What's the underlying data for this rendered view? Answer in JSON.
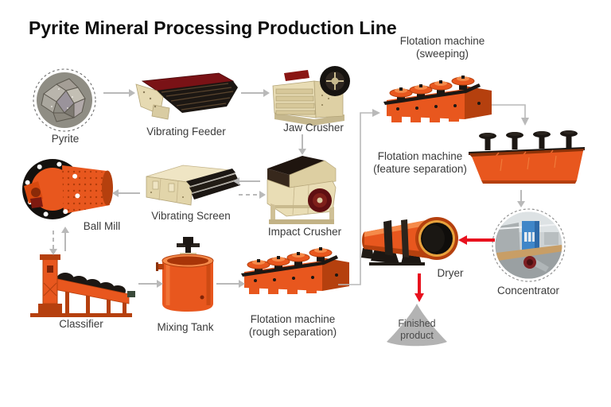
{
  "title": "Pyrite Mineral Processing Production Line",
  "palette": {
    "machine_orange": "#e8571e",
    "machine_orange_dark": "#b5400e",
    "machine_orange_light": "#f58a4a",
    "machine_cream": "#e8dcb4",
    "machine_cream_dark": "#d7c89a",
    "machine_dark": "#1c1713",
    "dark_red": "#7a1216",
    "arrow_gray": "#b9b9b9",
    "arrow_red": "#e8111e",
    "label_color": "#3a3a3a",
    "title_color": "#0d0d0d",
    "pile_gray": "#b3b3b3"
  },
  "nodes": {
    "pyrite": {
      "label": "Pyrite"
    },
    "vibrating_feeder": {
      "label": "Vibrating Feeder"
    },
    "jaw_crusher": {
      "label": "Jaw Crusher"
    },
    "flotation_sweeping": {
      "label_line1": "Flotation machine",
      "label_line2": "(sweeping)"
    },
    "vibrating_screen": {
      "label": "Vibrating Screen"
    },
    "impact_crusher": {
      "label": "Impact Crusher"
    },
    "ball_mill": {
      "label": "Ball Mill"
    },
    "flotation_feature": {
      "label_line1": "Flotation machine",
      "label_line2": "(feature separation)"
    },
    "classifier": {
      "label": "Classifier"
    },
    "mixing_tank": {
      "label": "Mixing Tank"
    },
    "flotation_rough": {
      "label_line1": "Flotation machine",
      "label_line2": "(rough separation)"
    },
    "dryer": {
      "label": "Dryer"
    },
    "concentrator": {
      "label": "Concentrator"
    },
    "finished_product": {
      "label_line1": "Finished",
      "label_line2": "product"
    }
  },
  "flow": [
    {
      "from": "pyrite",
      "to": "vibrating_feeder",
      "style": "gray-solid"
    },
    {
      "from": "vibrating_feeder",
      "to": "jaw_crusher",
      "style": "gray-solid"
    },
    {
      "from": "jaw_crusher",
      "to": "impact_crusher",
      "style": "gray-solid"
    },
    {
      "from": "impact_crusher",
      "to": "vibrating_screen",
      "style": "gray-solid"
    },
    {
      "from": "vibrating_screen",
      "to": "impact_crusher",
      "style": "gray-dashed"
    },
    {
      "from": "vibrating_screen",
      "to": "ball_mill",
      "style": "gray-solid"
    },
    {
      "from": "ball_mill",
      "to": "classifier",
      "style": "gray-dashed"
    },
    {
      "from": "classifier",
      "to": "ball_mill",
      "style": "gray-solid"
    },
    {
      "from": "classifier",
      "to": "mixing_tank",
      "style": "gray-solid"
    },
    {
      "from": "mixing_tank",
      "to": "flotation_rough",
      "style": "gray-solid"
    },
    {
      "from": "flotation_rough",
      "to": "flotation_sweeping",
      "style": "gray-elbow"
    },
    {
      "from": "flotation_sweeping",
      "to": "flotation_feature",
      "style": "gray-elbow"
    },
    {
      "from": "flotation_feature",
      "to": "concentrator",
      "style": "gray-solid"
    },
    {
      "from": "concentrator",
      "to": "dryer",
      "style": "red-solid"
    },
    {
      "from": "dryer",
      "to": "finished_product",
      "style": "red-solid"
    }
  ]
}
